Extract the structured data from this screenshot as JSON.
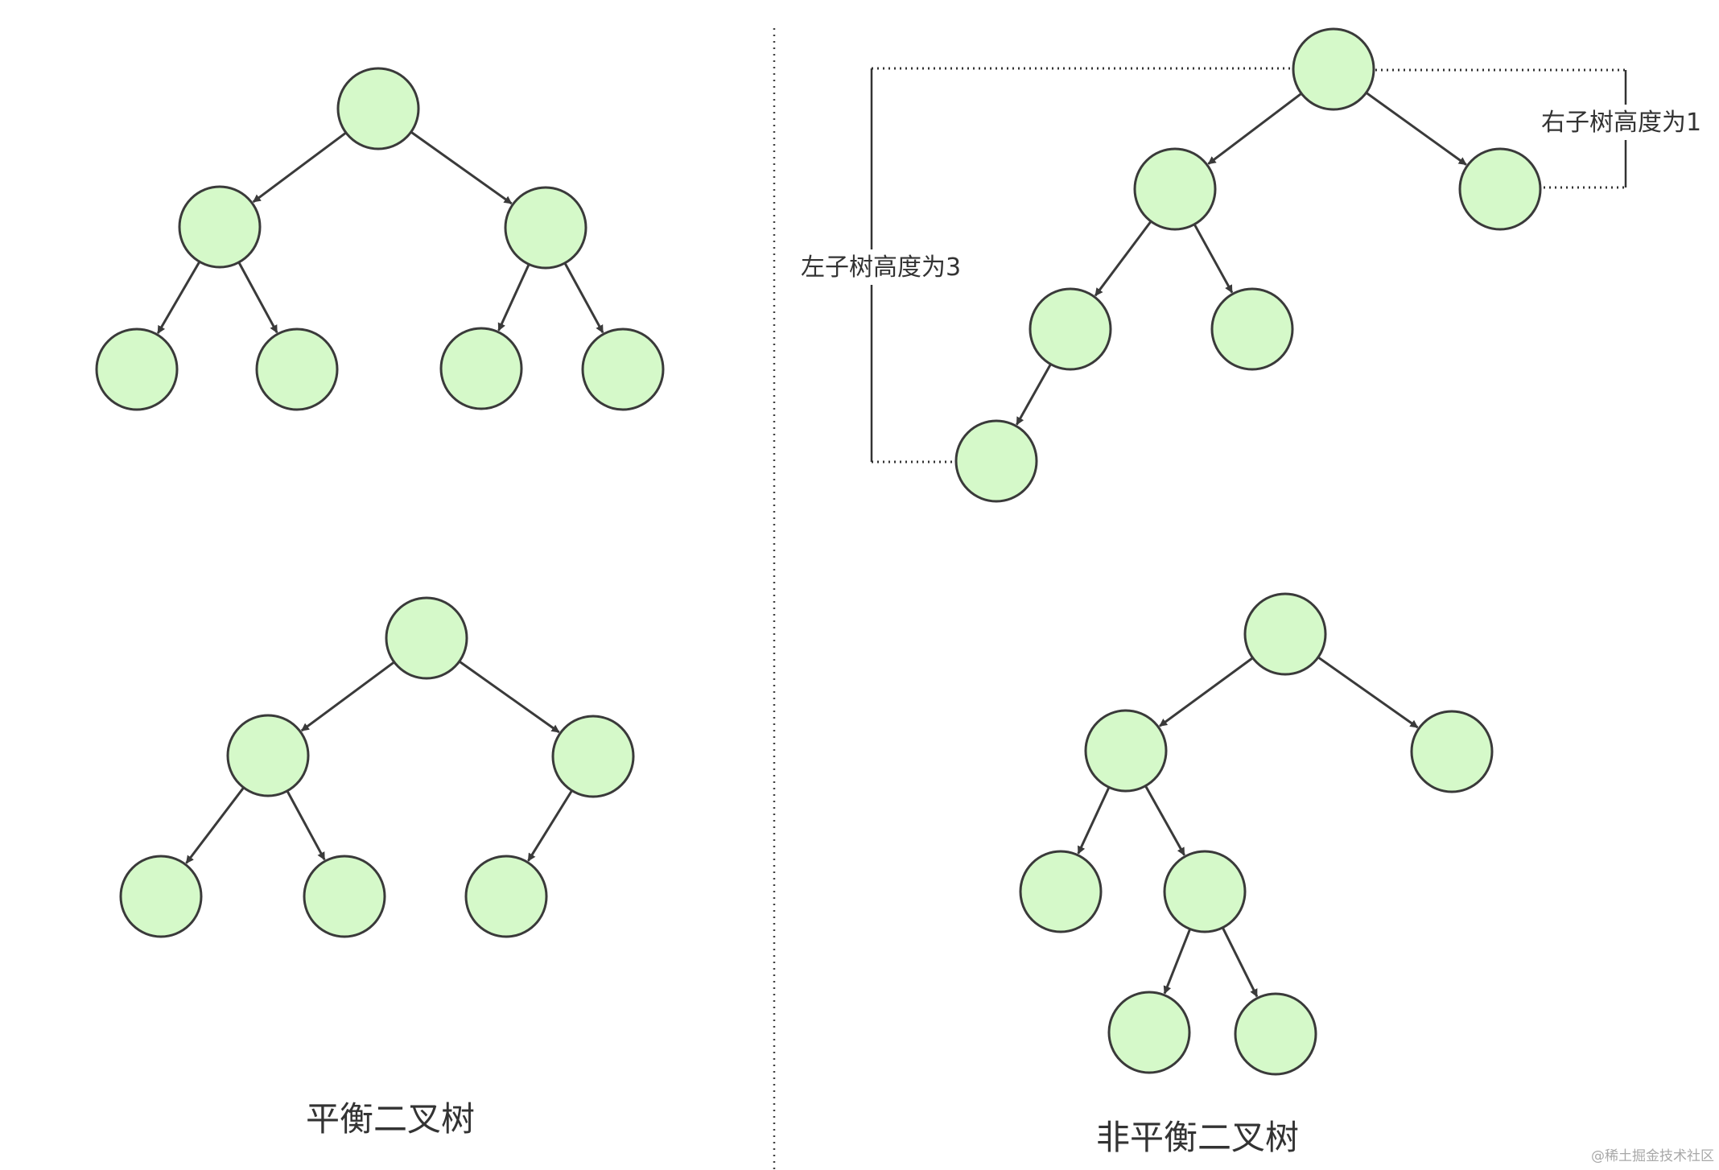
{
  "captions": {
    "balanced": "平衡二叉树",
    "unbalanced": "非平衡二叉树"
  },
  "annotations": {
    "left_height": "左子树高度为3",
    "right_height": "右子树高度为1"
  },
  "watermark": "@稀土掘金技术社区",
  "colors": {
    "node_fill": "#d5f9c9",
    "stroke": "#3a3a3a"
  },
  "trees": [
    {
      "id": "balanced-tree-full",
      "group": "balanced",
      "children": [
        [
          1,
          2
        ],
        [
          3,
          4
        ],
        [
          5,
          6
        ],
        [],
        [],
        [],
        []
      ]
    },
    {
      "id": "balanced-tree-partial",
      "group": "balanced",
      "children": [
        [
          1,
          2
        ],
        [
          3,
          4
        ],
        [
          5
        ],
        [],
        [],
        []
      ]
    },
    {
      "id": "unbalanced-tree-left-heavy",
      "group": "unbalanced",
      "children": [
        [
          1,
          2
        ],
        [
          3,
          4
        ],
        [],
        [
          5
        ],
        [],
        []
      ]
    },
    {
      "id": "unbalanced-tree-grandchildren",
      "group": "unbalanced",
      "children": [
        [
          1,
          2
        ],
        [
          3,
          4
        ],
        [],
        [],
        [
          5,
          6
        ],
        [],
        []
      ]
    }
  ]
}
